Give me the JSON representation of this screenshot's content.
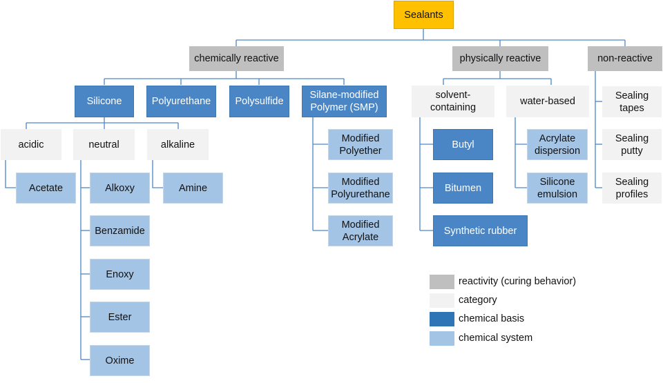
{
  "root": "Sealants",
  "reactivity": {
    "chemically": "chemically reactive",
    "physically": "physically reactive",
    "non": "non-reactive"
  },
  "basis": {
    "silicone": "Silicone",
    "polyurethane": "Polyurethane",
    "polysulfide": "Polysulfide",
    "smp": "Silane-modified Polymer (SMP)",
    "butyl": "Butyl",
    "bitumen": "Bitumen",
    "synthetic_rubber": "Synthetic rubber"
  },
  "category": {
    "acidic": "acidic",
    "neutral": "neutral",
    "alkaline": "alkaline",
    "solvent": "solvent-containing",
    "water": "water-based",
    "tapes": "Sealing tapes",
    "putty": "Sealing putty",
    "profiles": "Sealing profiles"
  },
  "system": {
    "acetate": "Acetate",
    "amine": "Amine",
    "alkoxy": "Alkoxy",
    "benzamide": "Benzamide",
    "enoxy": "Enoxy",
    "ester": "Ester",
    "oxime": "Oxime",
    "mod_polyether": "Modified Polyether",
    "mod_polyurethane": "Modified Polyurethane",
    "mod_acrylate": "Modified Acrylate",
    "acrylate_dispersion": "Acrylate dispersion",
    "silicone_emulsion": "Silicone emulsion"
  },
  "legend": [
    {
      "label": "reactivity (curing behavior)",
      "color": "#bfbfbf"
    },
    {
      "label": "category",
      "color": "#f2f2f2"
    },
    {
      "label": "chemical basis",
      "color": "#2e75b6"
    },
    {
      "label": "chemical system",
      "color": "#a4c4e6"
    }
  ]
}
